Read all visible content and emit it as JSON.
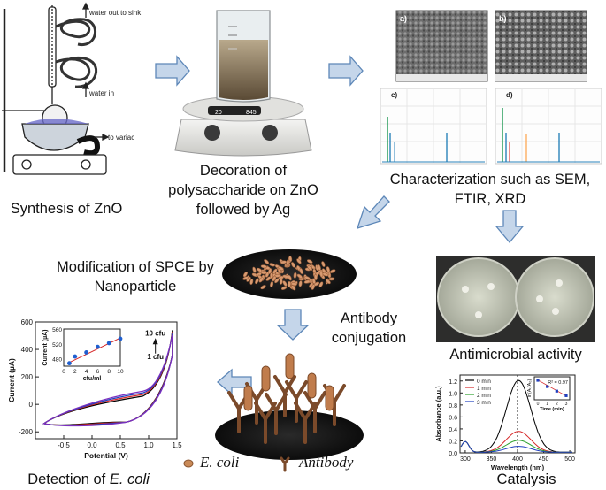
{
  "steps": {
    "synthesis": "Synthesis of ZnO",
    "decoration_l1": "Decoration of",
    "decoration_l2": "polysaccharide on ZnO",
    "decoration_l3": "followed by Ag",
    "characterization_l1": "Characterization such as SEM,",
    "characterization_l2": "FTIR, XRD",
    "modification_l1": "Modification of SPCE by",
    "modification_l2": "Nanoparticle",
    "antibody_l1": "Antibody",
    "antibody_l2": "conjugation",
    "antimicrobial": "Antimicrobial activity",
    "catalysis": "Catalysis",
    "detection_prefix": "Detection of ",
    "detection_italic": "E. coli"
  },
  "apparatus": {
    "water_out": "water out to sink",
    "water_in": "water in",
    "to_variac": "to variac",
    "stirrer_display_left": "20",
    "stirrer_display_right": "845"
  },
  "sem_panels": {
    "a": "a)",
    "b": "b)",
    "c": "c)",
    "d": "d)"
  },
  "legend": {
    "ecoli": "E. coli",
    "antibody": "Antibody"
  },
  "colors": {
    "arrow_fill": "#c5d6ea",
    "arrow_stroke": "#5d87b8",
    "nanoparticle": "#d89a70",
    "antibody": "#7b4a2a",
    "electrode": "#1a1a1a"
  },
  "chart_data": [
    {
      "type": "line",
      "title": "",
      "xlabel": "Potential (V)",
      "ylabel": "Current (µA)",
      "xlim": [
        -1.0,
        1.5
      ],
      "ylim": [
        -250,
        600
      ],
      "xticks": [
        "-0.5",
        "0.0",
        "0.5",
        "1.0",
        "1.5"
      ],
      "yticks": [
        "-200",
        "0",
        "200",
        "400",
        "600"
      ],
      "annotations": [
        "10 cfu",
        "1 cfu"
      ],
      "series_colors": [
        "#000000",
        "#d62728",
        "#1f3fbf",
        "#7b2fbf"
      ]
    },
    {
      "type": "scatter",
      "title": "",
      "xlabel": "cfu/ml",
      "ylabel": "Current (µA)",
      "xlim": [
        0,
        10
      ],
      "ylim": [
        460,
        560
      ],
      "xticks": [
        "0",
        "2",
        "4",
        "6",
        "8",
        "10"
      ],
      "yticks": [
        "480",
        "520",
        "560"
      ],
      "x": [
        1,
        2,
        4,
        6,
        8,
        10
      ],
      "y": [
        468,
        486,
        497,
        512,
        522,
        534
      ]
    },
    {
      "type": "line",
      "title": "",
      "xlabel": "Wavelength (nm)",
      "ylabel": "Absorbance (a.u.)",
      "xlim": [
        290,
        510
      ],
      "ylim": [
        0,
        1.3
      ],
      "xticks": [
        "300",
        "350",
        "400",
        "450",
        "500"
      ],
      "yticks": [
        "0.0",
        "0.2",
        "0.4",
        "0.6",
        "0.8",
        "1.0",
        "1.2"
      ],
      "series": [
        {
          "name": "0 min",
          "color": "#000000",
          "peak": 1.2
        },
        {
          "name": "1 min",
          "color": "#d62728",
          "peak": 0.35
        },
        {
          "name": "2 min",
          "color": "#2ca02c",
          "peak": 0.2
        },
        {
          "name": "3 min",
          "color": "#1f3fbf",
          "peak": 0.1
        }
      ]
    },
    {
      "type": "scatter",
      "title": "",
      "xlabel": "Time (min)",
      "ylabel": "ln(Aₜ/A₀)",
      "annotation": "R² = 0.97",
      "xticks": [
        "0",
        "1",
        "2",
        "3"
      ],
      "x": [
        0,
        1,
        2,
        3
      ],
      "y": [
        0.0,
        -1.1,
        -1.9,
        -2.7
      ]
    }
  ]
}
